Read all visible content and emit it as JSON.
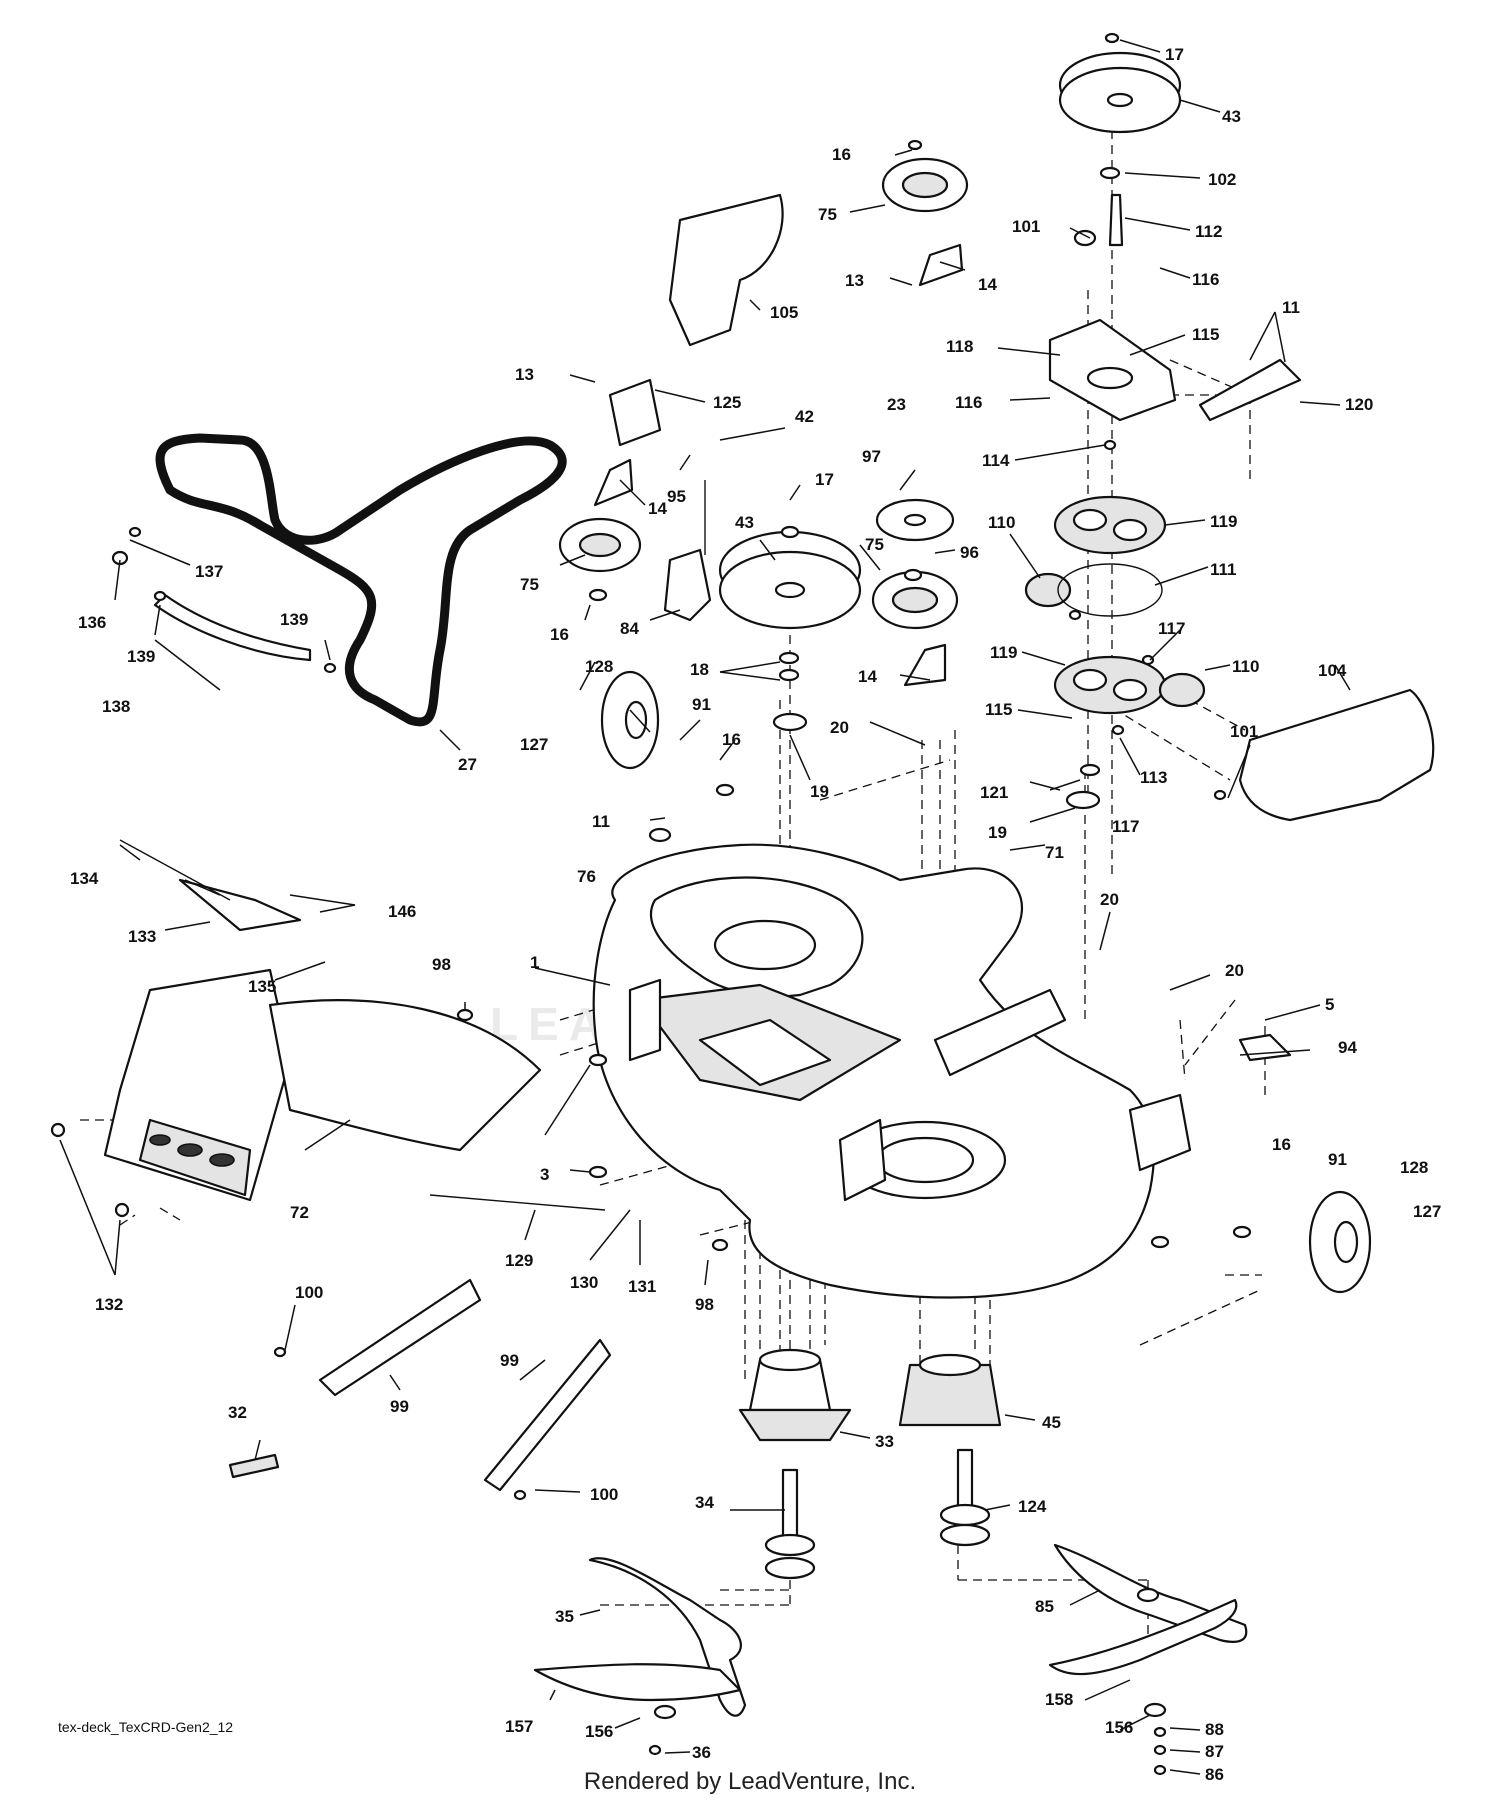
{
  "diagram": {
    "code": "tex-deck_TexCRD-Gen2_12",
    "credit": "Rendered by LeadVenture, Inc.",
    "watermark": "LEADVENTURE",
    "callouts": [
      "1",
      "3",
      "5",
      "11",
      "13",
      "14",
      "16",
      "17",
      "18",
      "19",
      "20",
      "23",
      "27",
      "32",
      "33",
      "34",
      "35",
      "36",
      "42",
      "43",
      "45",
      "71",
      "72",
      "75",
      "76",
      "84",
      "85",
      "86",
      "87",
      "88",
      "91",
      "94",
      "95",
      "96",
      "97",
      "98",
      "99",
      "100",
      "101",
      "102",
      "104",
      "105",
      "110",
      "111",
      "112",
      "113",
      "114",
      "115",
      "116",
      "117",
      "118",
      "119",
      "120",
      "121",
      "124",
      "125",
      "127",
      "128",
      "129",
      "130",
      "131",
      "132",
      "133",
      "134",
      "135",
      "136",
      "137",
      "138",
      "139",
      "146",
      "156",
      "157",
      "158"
    ]
  }
}
